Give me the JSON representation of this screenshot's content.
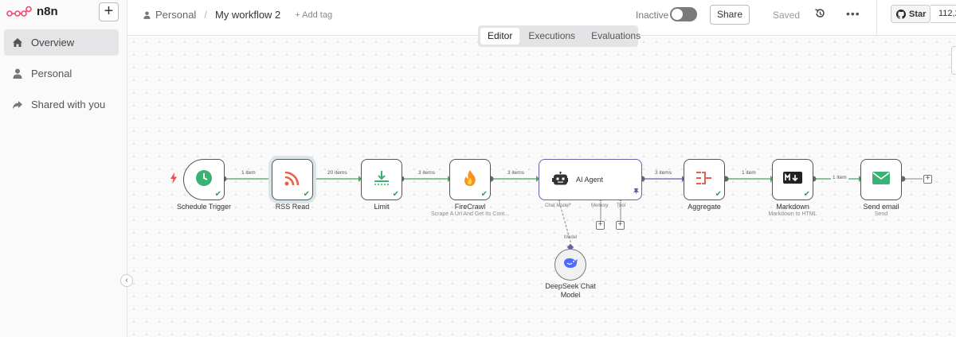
{
  "app": {
    "brand": "n8n",
    "add_label": "+"
  },
  "sidebar": {
    "items": [
      {
        "label": "Overview",
        "icon": "home-icon"
      },
      {
        "label": "Personal",
        "icon": "user-icon"
      },
      {
        "label": "Shared with you",
        "icon": "share-icon"
      }
    ],
    "collapse_label": "‹"
  },
  "header": {
    "project": "Personal",
    "separator": "/",
    "workflow_name": "My workflow 2",
    "add_tag": "+ Add tag",
    "status": "Inactive",
    "share": "Share",
    "saved": "Saved",
    "more": "•••",
    "github_star": "Star",
    "github_count": "112,2"
  },
  "tabs": [
    {
      "label": "Editor",
      "active": true
    },
    {
      "label": "Executions",
      "active": false
    },
    {
      "label": "Evaluations",
      "active": false
    }
  ],
  "nodes": [
    {
      "id": "schedule",
      "label": "Schedule Trigger",
      "subtitle": "",
      "icon": "clock-icon"
    },
    {
      "id": "rss",
      "label": "RSS Read",
      "subtitle": "",
      "icon": "rss-icon"
    },
    {
      "id": "limit",
      "label": "Limit",
      "subtitle": "",
      "icon": "limit-icon"
    },
    {
      "id": "firecrawl",
      "label": "FireCrawl",
      "subtitle": "Scrape A Url And Get Its Cont...",
      "icon": "fire-icon"
    },
    {
      "id": "agent",
      "label": "AI Agent",
      "subtitle": "",
      "icon": "robot-icon"
    },
    {
      "id": "aggregate",
      "label": "Aggregate",
      "subtitle": "",
      "icon": "aggregate-icon"
    },
    {
      "id": "markdown",
      "label": "Markdown",
      "subtitle": "Markdown to HTML",
      "icon": "markdown-icon"
    },
    {
      "id": "email",
      "label": "Send email",
      "subtitle": "Send",
      "icon": "email-icon"
    },
    {
      "id": "deepseek",
      "label": "DeepSeek Chat\nModel",
      "subtitle": "",
      "icon": "deepseek-icon"
    }
  ],
  "connections": [
    {
      "label": "1 item"
    },
    {
      "label": "20 items"
    },
    {
      "label": "3 items"
    },
    {
      "label": "3 items"
    },
    {
      "label": "3 items"
    },
    {
      "label": "1 item"
    },
    {
      "label": "1 item"
    }
  ],
  "agent_ports": {
    "chat_model": "Chat Model*",
    "memory": "Memory",
    "tool": "Tool",
    "model": "Model"
  },
  "colors": {
    "success": "#27a35a",
    "connection": "#4aa05f",
    "agent_border": "#6a5fa8",
    "brand": "#ea4b71"
  }
}
